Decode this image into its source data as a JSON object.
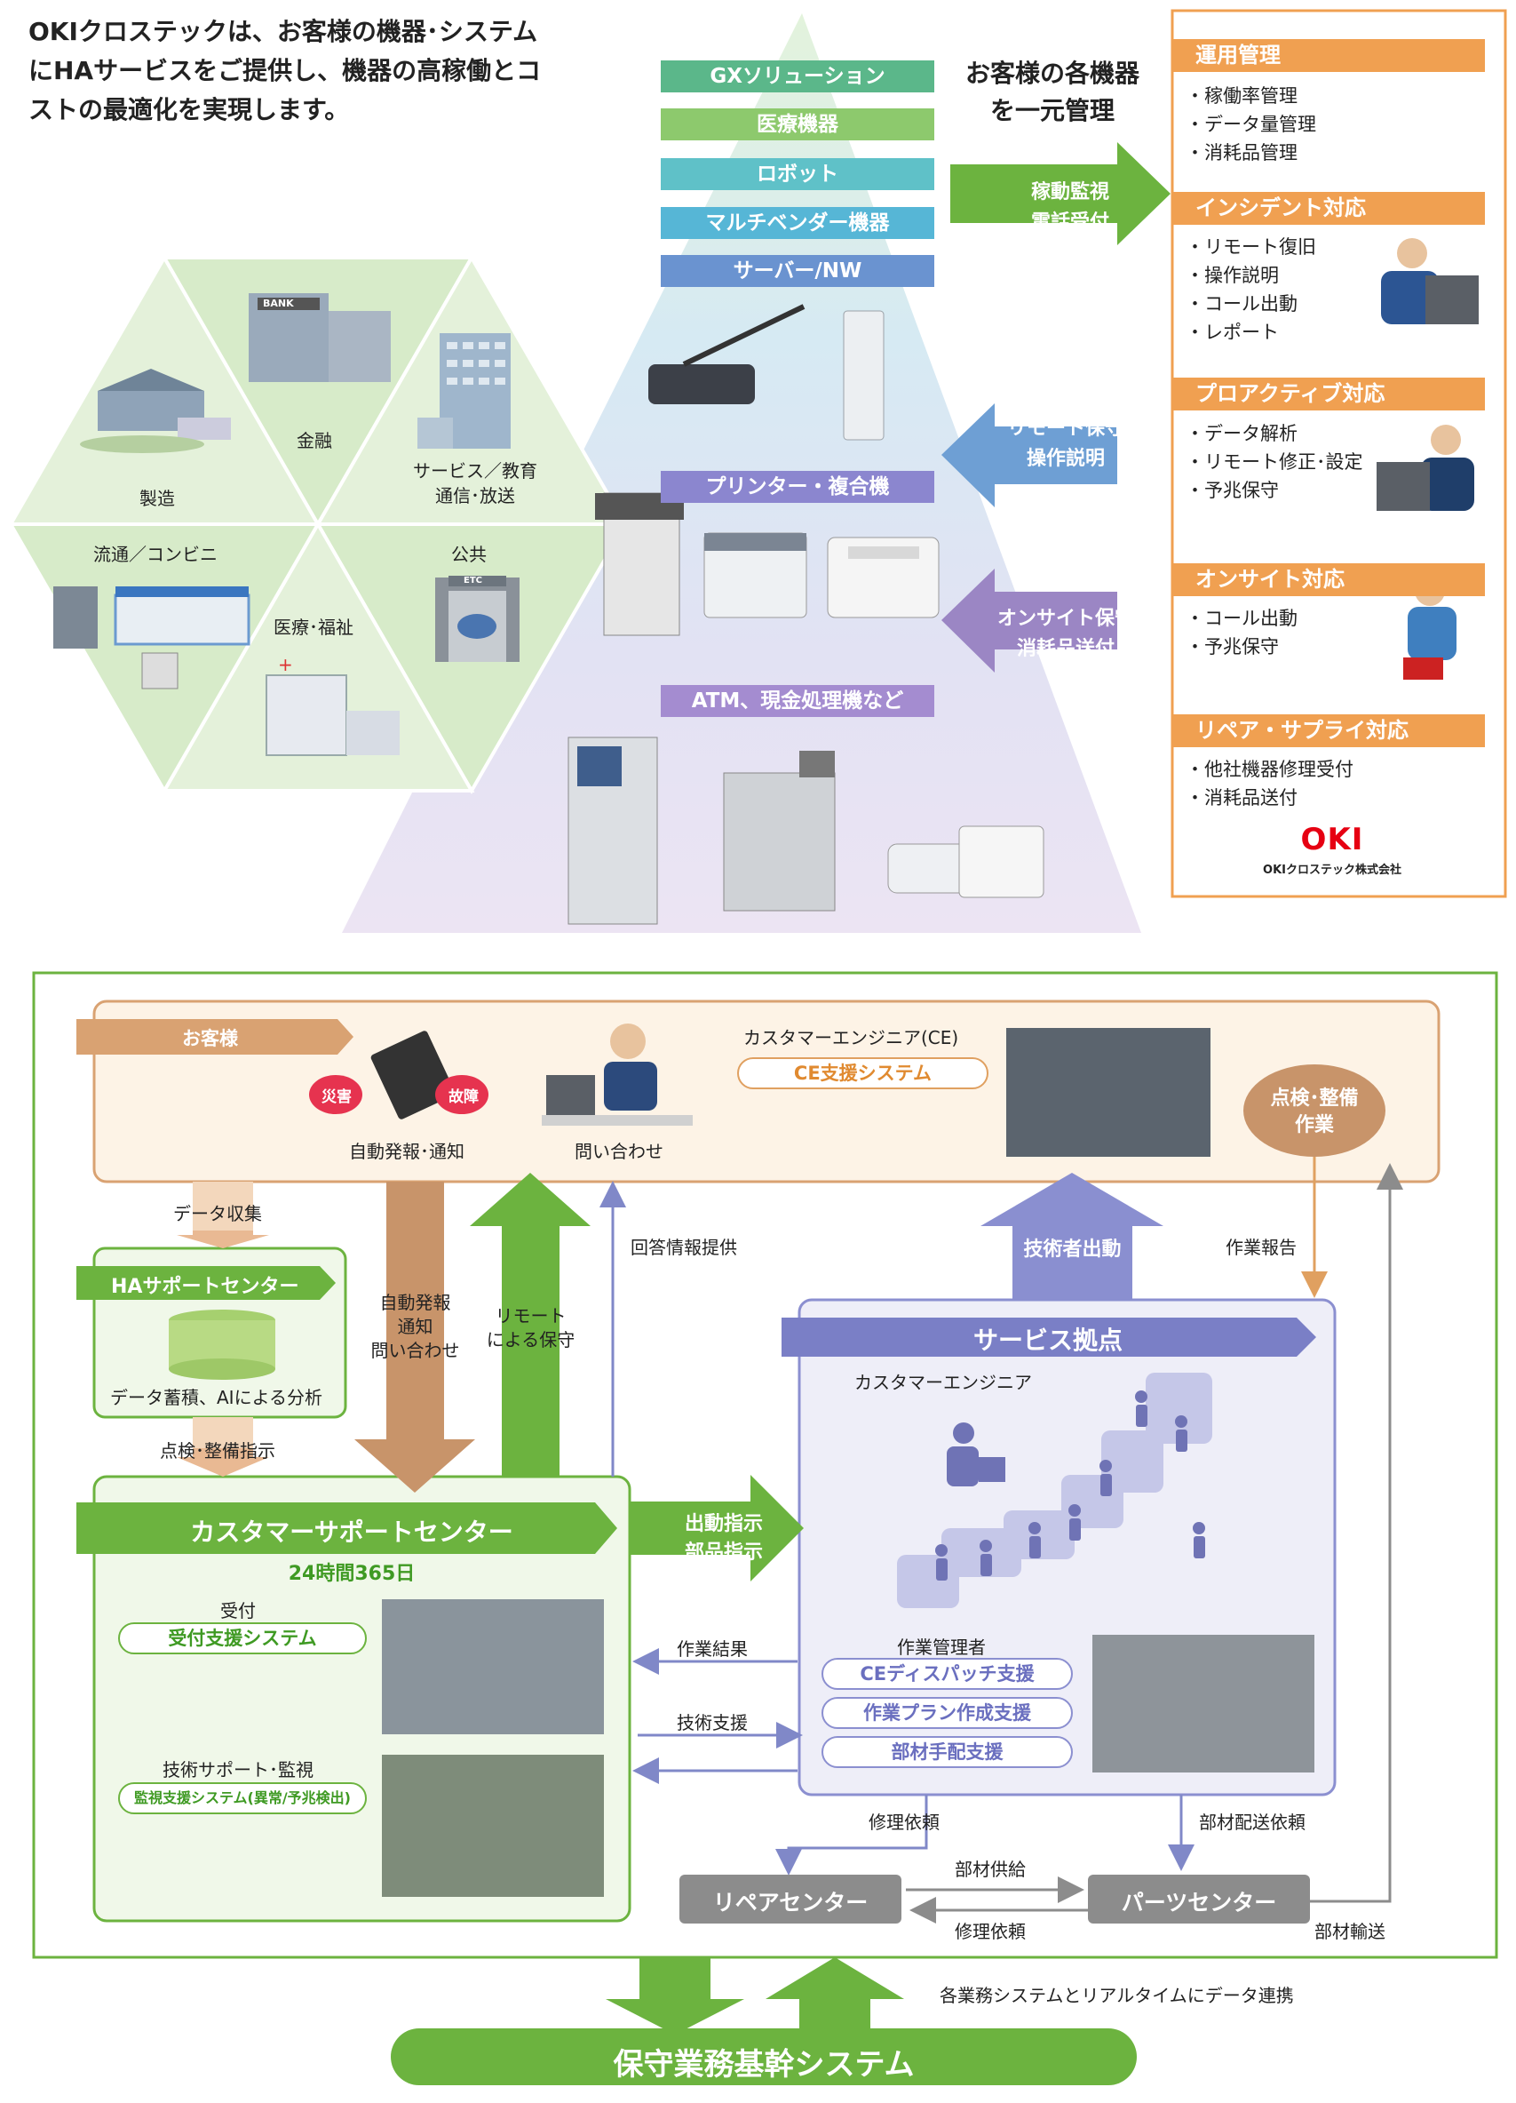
{
  "intro": {
    "line1": "OKIクロステックは、お客様の機器･システム",
    "line2": "にHAサービスをご提供し、機器の高稼働とコ",
    "line3": "ストの最適化を実現します。"
  },
  "industries": {
    "manufacturing": "製造",
    "finance": "金融",
    "services_line1": "サービス／教育",
    "services_line2": "通信･放送",
    "retail": "流通／コンビニ",
    "medical": "医療･福祉",
    "public": "公共",
    "bank_sign": "BANK",
    "etc_sign": "ETC"
  },
  "devices": {
    "gx": "GXソリューション",
    "medical_devices": "医療機器",
    "robot": "ロボット",
    "multivendor": "マルチベンダー機器",
    "server_nw": "サーバー/NW",
    "printer": "プリンター・複合機",
    "atm": "ATM、現金処理機など"
  },
  "unified": {
    "line1": "お客様の各機器",
    "line2": "を一元管理"
  },
  "flow_arrows": {
    "monitor_1": "稼動監視",
    "monitor_2": "電話受付",
    "remote_1": "リモート保守",
    "remote_2": "操作説明",
    "onsite_1": "オンサイト保守",
    "onsite_2": "消耗品送付"
  },
  "services": {
    "operation": {
      "title": "運用管理",
      "items": [
        "・稼働率管理",
        "・データ量管理",
        "・消耗品管理"
      ]
    },
    "incident": {
      "title": "インシデント対応",
      "items": [
        "・リモート復旧",
        "・操作説明",
        "・コール出動",
        "・レポート"
      ]
    },
    "proactive": {
      "title": "プロアクティブ対応",
      "items": [
        "・データ解析",
        "・リモート修正･設定",
        "・予兆保守"
      ]
    },
    "onsite": {
      "title": "オンサイト対応",
      "items": [
        "・コール出動",
        "・予兆保守"
      ]
    },
    "repair": {
      "title": "リペア・サプライ対応",
      "items": [
        "・他社機器修理受付",
        "・消耗品送付"
      ]
    }
  },
  "logo": {
    "mark": "OKI",
    "company": "OKIクロステック株式会社"
  },
  "customer": {
    "tag": "お客様",
    "disaster": "災害",
    "failure": "故障",
    "auto_report": "自動発報･通知",
    "inquiry": "問い合わせ",
    "ce_title": "カスタマーエンジニア(CE)",
    "ce_system": "CE支援システム",
    "inspection_1": "点検･整備",
    "inspection_2": "作業"
  },
  "links": {
    "data_collect": "データ収集",
    "auto_1": "自動発報",
    "auto_2": "通知",
    "auto_3": "問い合わせ",
    "remote_1": "リモート",
    "remote_2": "による保守",
    "answer": "回答情報提供",
    "dispatch_tech": "技術者出動",
    "work_report": "作業報告",
    "inspect_instr": "点検･整備指示",
    "dispatch_1": "出動指示",
    "dispatch_2": "部品指示",
    "work_result": "作業結果",
    "tech_support": "技術支援",
    "repair_request": "修理依頼",
    "parts_delivery_request": "部材配送依頼",
    "parts_supply": "部材供給",
    "repair_request_2": "修理依頼",
    "parts_transport": "部材輸送",
    "realtime": "各業務システムとリアルタイムにデータ連携"
  },
  "ha_center": {
    "title": "HAサポートセンター",
    "caption": "データ蓄積、AIによる分析"
  },
  "support_center": {
    "title": "カスタマーサポートセンター",
    "hours": "24時間365日",
    "reception": "受付",
    "reception_system": "受付支援システム",
    "tech_monitor": "技術サポート･監視",
    "monitor_system": "監視支援システム(異常/予兆検出)"
  },
  "service_base": {
    "title": "サービス拠点",
    "ce": "カスタマーエンジニア",
    "manager": "作業管理者",
    "systems": [
      "CEディスパッチ支援",
      "作業プラン作成支援",
      "部材手配支援"
    ]
  },
  "repair_center": "リペアセンター",
  "parts_center": "パーツセンター",
  "core_system": "保守業務基幹システム",
  "colors": {
    "green": "#6cb33f",
    "orange": "#f0a051",
    "blue": "#8b8fd0",
    "brown": "#c8946a",
    "gray": "#8c8c8c",
    "oki_red": "#e60012"
  }
}
